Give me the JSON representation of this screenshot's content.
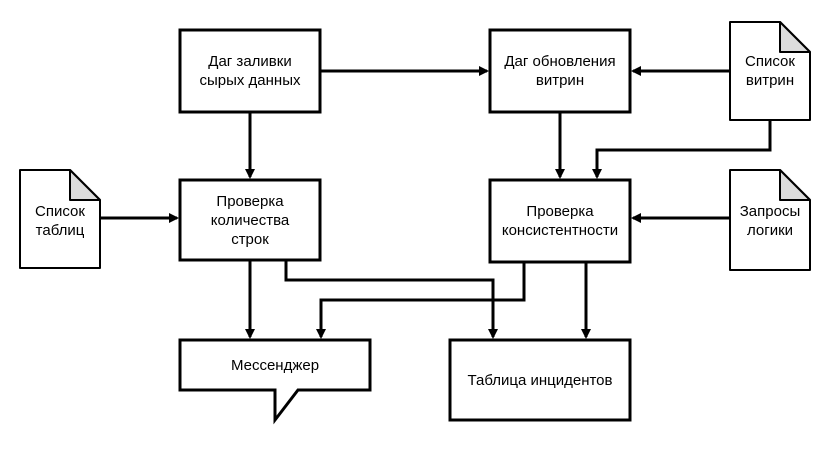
{
  "nodes": {
    "raw_load_dag": {
      "line1": "Даг заливки",
      "line2": "сырых данных"
    },
    "showcase_update_dag": {
      "line1": "Даг обновления",
      "line2": "витрин"
    },
    "showcase_list": {
      "line1": "Список",
      "line2": "витрин"
    },
    "table_list": {
      "line1": "Список",
      "line2": "таблиц"
    },
    "row_count_check": {
      "line1": "Проверка",
      "line2": "количества",
      "line3": "строк"
    },
    "consistency_check": {
      "line1": "Проверка",
      "line2": "консистентности"
    },
    "logic_queries": {
      "line1": "Запросы",
      "line2": "логики"
    },
    "messenger": {
      "label": "Мессенджер"
    },
    "incident_table": {
      "label": "Таблица инцидентов"
    }
  },
  "colors": {
    "stroke": "#000000",
    "fill": "#ffffff",
    "document_fold": "#dcdcdc"
  }
}
